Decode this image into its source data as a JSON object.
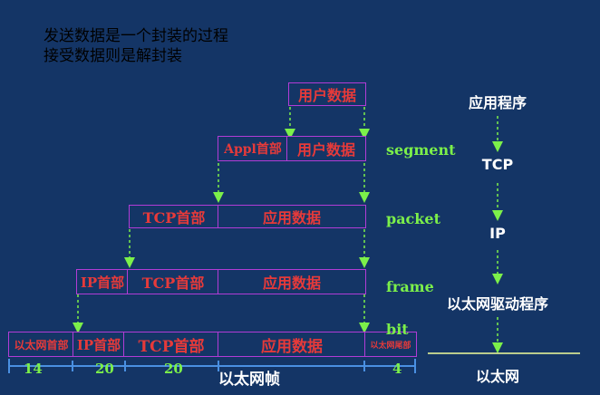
{
  "captions": {
    "line1": "发送数据是一个封装的过程",
    "line2": "接受数据则是解封装"
  },
  "rows": {
    "app": {
      "data": "用户数据"
    },
    "segment": {
      "header": "Appl首部",
      "data": "用户数据"
    },
    "packet": {
      "header": "TCP首部",
      "data": "应用数据"
    },
    "frame": {
      "ip": "IP首部",
      "tcp": "TCP首部",
      "data": "应用数据"
    },
    "bit": {
      "eth_header": "以太网首部",
      "ip": "IP首部",
      "tcp": "TCP首部",
      "data": "应用数据",
      "eth_trailer": "以太网尾部"
    }
  },
  "layer_labels": {
    "segment": "segment",
    "packet": "packet",
    "frame": "frame",
    "bit": "bit"
  },
  "stack": {
    "application": "应用程序",
    "tcp": "TCP",
    "ip": "IP",
    "driver": "以太网驱动程序",
    "ethernet": "以太网"
  },
  "sizes": {
    "eth_header": "14",
    "ip": "20",
    "tcp": "20",
    "trailer": "4"
  },
  "frame_label": "以太网帧",
  "colors": {
    "background": "#143566",
    "box_border": "#b23cd6",
    "box_text": "#e63a3a",
    "layer_label": "#7cf04a",
    "arrow": "#7cf04a",
    "stack_text": "#ffffff",
    "bracket": "#4a90e2"
  }
}
